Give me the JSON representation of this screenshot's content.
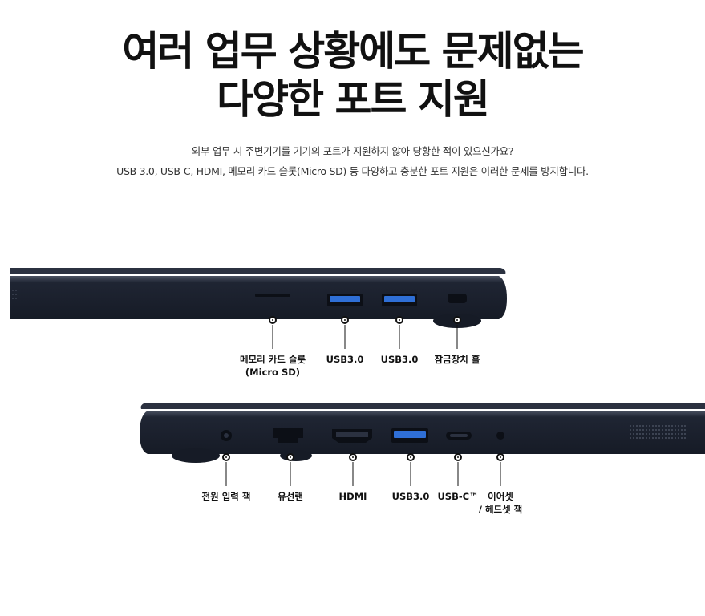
{
  "heading": {
    "line1": "여러 업무 상황에도 문제없는",
    "line2": "다양한 포트 지원"
  },
  "description": {
    "line1": "외부 업무 시 주변기기를 기기의 포트가 지원하지 않아 당황한 적이 있으신가요?",
    "line2": "USB 3.0, USB-C, HDMI, 메모리 카드 슬롯(Micro SD) 등 다양하고 충분한 포트 지원은 이러한 문제를 방지합니다."
  },
  "right_side_ports": [
    {
      "label": "메모리 카드 슬롯",
      "label2": "(Micro SD)"
    },
    {
      "label": "USB3.0"
    },
    {
      "label": "USB3.0"
    },
    {
      "label": "잠금장치 홀"
    }
  ],
  "left_side_ports": [
    {
      "label": "전원 입력 잭"
    },
    {
      "label": "유선랜"
    },
    {
      "label": "HDMI"
    },
    {
      "label": "USB3.0"
    },
    {
      "label": "USB-C™"
    },
    {
      "label": "이어셋",
      "label2": "/ 헤드셋 잭"
    }
  ],
  "colors": {
    "chassis": "#1f2533",
    "chassis_top": "#3a4150",
    "usb_blue": "#2f6fd6"
  }
}
